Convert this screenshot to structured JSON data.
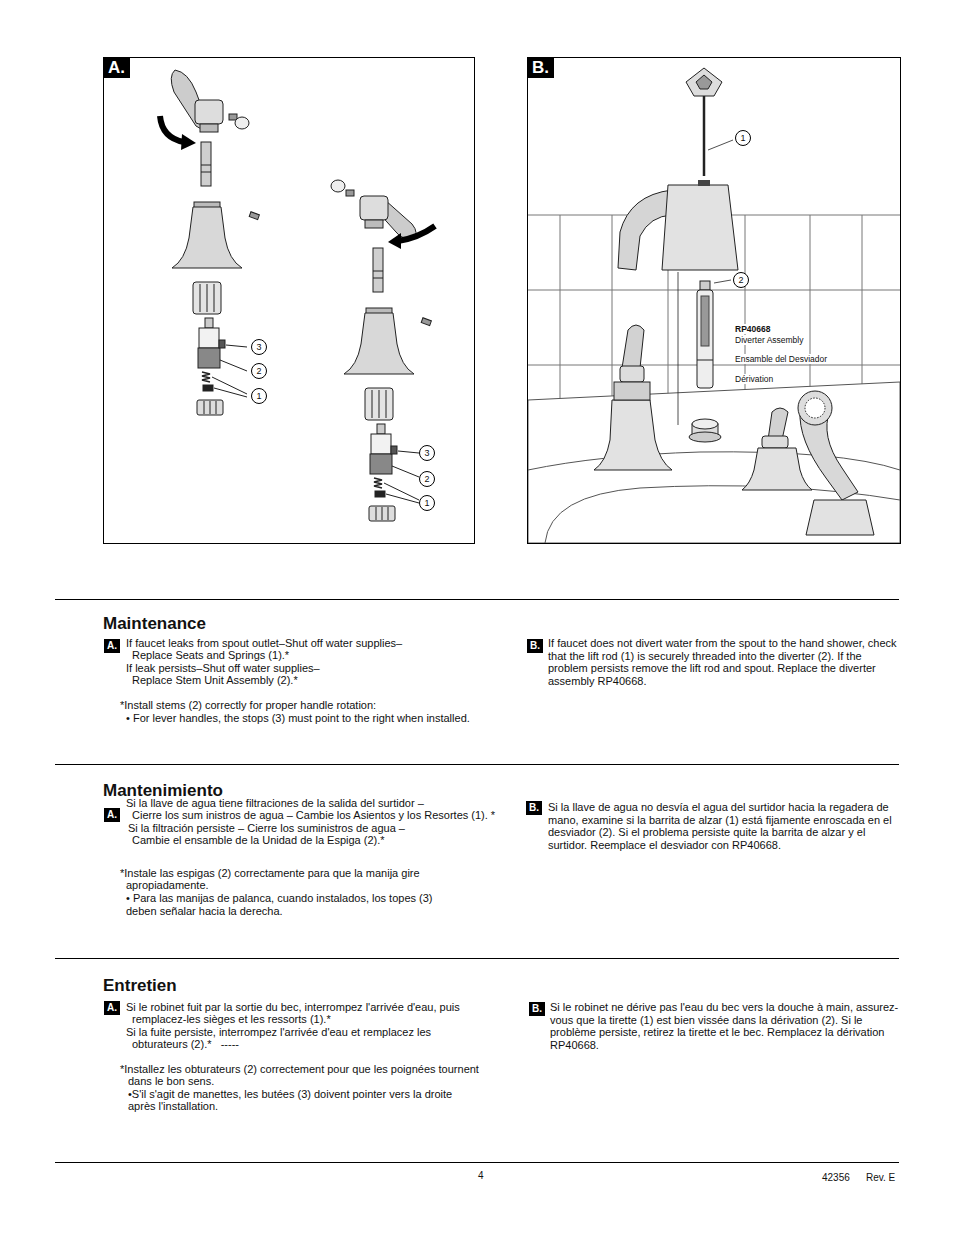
{
  "diagram": {
    "nodes": [
      {
        "text": [
          "A."
        ]
      },
      {
        "text": [
          "3"
        ],
        "in": 0
      },
      {
        "text": [
          "2"
        ],
        "in": 0
      },
      {
        "text": [
          "1"
        ],
        "in": 0
      },
      {
        "text": [
          "3"
        ],
        "in": 0
      },
      {
        "text": [
          "2"
        ],
        "in": 0
      },
      {
        "text": [
          "1"
        ],
        "in": 0
      },
      {
        "text": [
          "B."
        ]
      },
      {
        "text": [
          "1"
        ],
        "in": 7
      },
      {
        "text": [
          "2"
        ],
        "in": 7
      },
      {
        "text": [
          "A."
        ]
      },
      {
        "text": [
          "B."
        ]
      },
      {
        "text": [
          "A."
        ]
      },
      {
        "text": [
          "B."
        ]
      },
      {
        "text": [
          "A."
        ]
      },
      {
        "text": [
          "B."
        ]
      }
    ],
    "labels": [
      "RP40668",
      "Diverter Assembly",
      "Ensamble del Desviador",
      "Dérivation",
      "Maintenance",
      "If faucet leaks from spout outlet–Shut off water supplies–",
      "Replace Seats and Springs (1).*",
      "If leak persists–Shut off water supplies–",
      "Replace Stem Unit Assembly (2).*",
      "*Install stems (2) correctly for proper handle rotation:",
      "• For lever handles, the stops (3) must point to the right when installed.",
      "If faucet does not divert water from the spout to the hand shower, check that the lift rod (1) is securely threaded into the diverter (2). If the problem persists remove the lift rod and spout. Replace the diverter assembly RP40668.",
      "Mantenimiento",
      "Si la llave de agua tiene filtraciones de la salida del surtidor –",
      "Cierre los sum inistros de agua – Cambie los Asientos y los Resortes (1). *",
      "Si la filtración persiste – Cierre los suministros de agua –",
      "Cambie el ensamble de la Unidad de la Espiga (2).*",
      "*Instale las espigas (2) correctamente para que la manija gire",
      "apropiadamente.",
      "• Para las manijas de palanca, cuando instalados, los topes (3)",
      "deben señalar hacia la derecha.",
      "Si la llave de agua no desvía el agua del surtidor hacia la regadera de mano, examine si la barrita de alzar (1) está fijamente enroscada en el desviador (2). Si el problema persiste quite la barrita de alzar y el surtidor. Reemplace el desviador con RP40668.",
      "Entretien",
      "Si le robinet fuit par la sortie du bec, interrompez l'arrivée d'eau, puis",
      "remplacez-les sièges et les ressorts (1).*",
      "Si la fuite persiste, interrompez l'arrivée d'eau et remplacez les",
      "obturateurs (2).*   -----",
      "*Installez les obturateurs (2) correctement pour que les poignées tournent",
      "dans le bon sens.",
      "•S'il s'agit de manettes, les butées (3) doivent pointer vers la droite",
      "après l'installation.",
      "Si le robinet ne dérive pas l'eau du bec vers la douche à main, assurez-vous que la tirette (1) est bien vissée dans la dérivation (2). Si le problème persiste, retirez la tirette et le bec. Remplacez la dérivation RP40668.",
      "4",
      "42356",
      "Rev. E"
    ]
  }
}
